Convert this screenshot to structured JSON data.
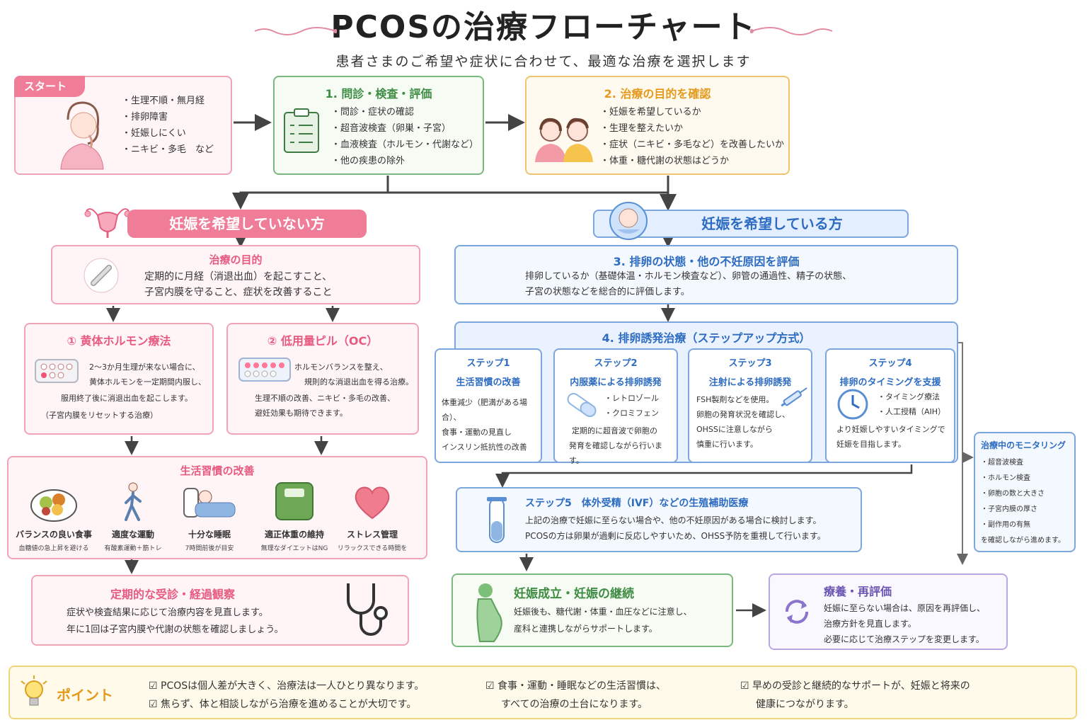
{
  "title": "PCOSの治療フローチャート",
  "subtitle": "患者さまのご希望や症状に合わせて、最適な治療を選択します",
  "start": {
    "tag": "スタート",
    "items": [
      "・生理不順・無月経",
      "・排卵障害",
      "・妊娠しにくい",
      "・ニキビ・多毛　など"
    ]
  },
  "exam": {
    "title": "1. 問診・検査・評価",
    "items": [
      "・問診・症状の確認",
      "・超音波検査（卵巣・子宮）",
      "・血液検査（ホルモン・代謝など）",
      "・他の疾患の除外"
    ]
  },
  "purpose": {
    "title": "2. 治療の目的を確認",
    "items": [
      "・妊娠を希望しているか",
      "・生理を整えたいか",
      "・症状（ニキビ・多毛など）を改善したいか",
      "・体重・糖代謝の状態はどうか"
    ]
  },
  "left_branch": {
    "label": "妊娠を希望していない方",
    "goal": {
      "title": "治療の目的",
      "lines": [
        "定期的に月経（消退出血）を起こすこと、",
        "子宮内膜を守ること、症状を改善すること"
      ]
    },
    "opt1": {
      "title": "① 黄体ホルモン療法",
      "lines": [
        "2〜3か月生理が来ない場合に、",
        "黄体ホルモンを一定期間内服し、",
        "服用終了後に消退出血を起こします。",
        "（子宮内膜をリセットする治療）"
      ]
    },
    "opt2": {
      "title": "② 低用量ピル（OC）",
      "lines": [
        "ホルモンバランスを整え、",
        "規則的な消退出血を得る治療。",
        "生理不順の改善、ニキビ・多毛の改善、",
        "避妊効果も期待できます。"
      ]
    },
    "lifestyle": {
      "title": "生活習慣の改善",
      "items": [
        {
          "name": "バランスの良い食事",
          "sub": "血糖値の急上昇を避ける"
        },
        {
          "name": "適度な運動",
          "sub": "有酸素運動＋筋トレ"
        },
        {
          "name": "十分な睡眠",
          "sub": "7時間前後が目安"
        },
        {
          "name": "適正体重の維持",
          "sub": "無理なダイエットはNG"
        },
        {
          "name": "ストレス管理",
          "sub": "リラックスできる時間を"
        }
      ]
    },
    "followup": {
      "title": "定期的な受診・経過観察",
      "lines": [
        "症状や検査結果に応じて治療内容を見直します。",
        "年に1回は子宮内膜や代謝の状態を確認しましょう。"
      ]
    }
  },
  "right_branch": {
    "label": "妊娠を希望している方",
    "eval": {
      "title": "3. 排卵の状態・他の不妊原因を評価",
      "lines": [
        "排卵しているか（基礎体温・ホルモン検査など）、卵管の通過性、精子の状態、",
        "子宮の状態などを総合的に評価します。"
      ]
    },
    "induction": {
      "title": "4. 排卵誘発治療（ステップアップ方式）"
    },
    "steps": [
      {
        "num": "ステップ1",
        "name": "生活習慣の改善",
        "lines": [
          "体重減少（肥満がある場合）、",
          "食事・運動の見直し",
          "インスリン抵抗性の改善"
        ]
      },
      {
        "num": "ステップ2",
        "name": "内服薬による排卵誘発",
        "lines": [
          "・レトロゾール",
          "・クロミフェン",
          "定期的に超音波で卵胞の",
          "発育を確認しながら行います。"
        ]
      },
      {
        "num": "ステップ3",
        "name": "注射による排卵誘発",
        "lines": [
          "FSH製剤などを使用。",
          "卵胞の発育状況を確認し、",
          "OHSSに注意しながら",
          "慎重に行います。"
        ]
      },
      {
        "num": "ステップ4",
        "name": "排卵のタイミングを支援",
        "lines": [
          "・タイミング療法",
          "・人工授精（AIH）",
          "より妊娠しやすいタイミングで",
          "妊娠を目指します。"
        ]
      }
    ],
    "step5": {
      "title": "ステップ5　体外受精（IVF）などの生殖補助医療",
      "lines": [
        "上記の治療で妊娠に至らない場合や、他の不妊原因がある場合に検討します。",
        "PCOSの方は卵巣が過剰に反応しやすいため、OHSS予防を重視して行います。"
      ]
    },
    "monitor": {
      "title": "治療中のモニタリング",
      "items": [
        "・超音波検査",
        "・ホルモン検査",
        "・卵胞の数と大きさ",
        "・子宮内膜の厚さ",
        "・副作用の有無",
        "を確認しながら進めます。"
      ]
    },
    "pregnancy": {
      "title": "妊娠成立・妊娠の継続",
      "lines": [
        "妊娠後も、糖代謝・体重・血圧などに注意し、",
        "産科と連携しながらサポートします。"
      ]
    },
    "review": {
      "title": "療養・再評価",
      "lines": [
        "妊娠に至らない場合は、原因を再評価し、",
        "治療方針を見直します。",
        "必要に応じて治療ステップを変更します。"
      ]
    }
  },
  "points": {
    "label": "ポイント",
    "items": [
      "PCOSは個人差が大きく、治療法は一人ひとり異なります。",
      "焦らず、体と相談しながら治療を進めることが大切です。",
      "食事・運動・睡眠などの生活習慣は、",
      "すべての治療の土台になります。",
      "早めの受診と継続的なサポートが、妊娠と将来の",
      "健康につながります。"
    ]
  },
  "colors": {
    "pink": "#e85a7f",
    "green": "#3f8d44",
    "orange": "#e49a1c",
    "blue": "#2d6cc0",
    "purple": "#6b55b2"
  }
}
